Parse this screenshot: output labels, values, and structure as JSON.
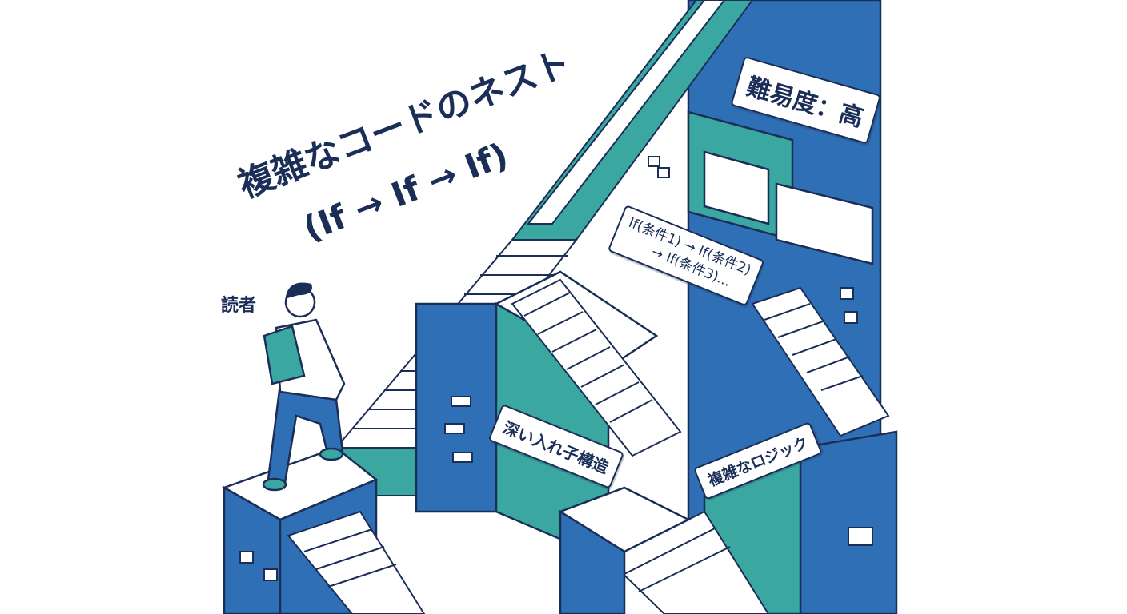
{
  "title": {
    "line1": "複雑なコードのネスト",
    "line2": "(If → If → If)"
  },
  "reader_label": "読者",
  "labels": {
    "difficulty": "難易度：高",
    "code_line1": "If(条件1) → If(条件2)",
    "code_line2": "→ If(条件3)...",
    "deep_nesting": "深い入れ子構造",
    "complex_logic": "複雑なロジック"
  },
  "colors": {
    "blue": "#2f6fb5",
    "teal": "#3aa8a0",
    "white": "#ffffff",
    "outline": "#1b2e57"
  }
}
